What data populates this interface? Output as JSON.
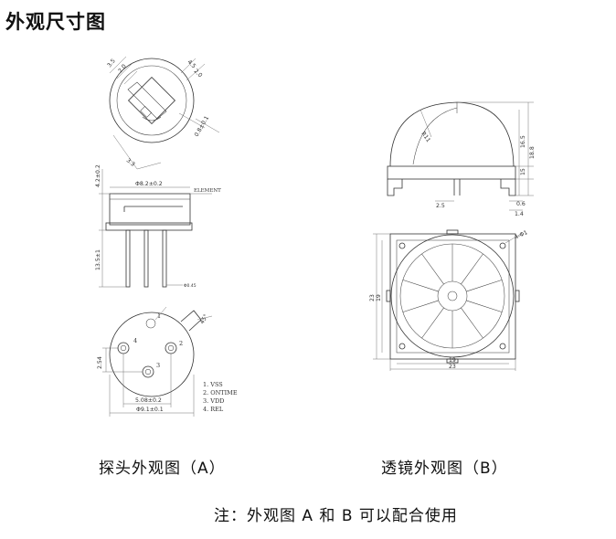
{
  "page": {
    "title": "外观尺寸图",
    "caption_a": "探头外观图（A）",
    "caption_b": "透镜外观图（B）",
    "note": "注：外观图 A 和 B 可以配合使用"
  },
  "probe_top": {
    "dims": [
      "3.5",
      "2.0",
      "4.5",
      "2.0",
      "0.8±0.1",
      "3.3"
    ]
  },
  "probe_side": {
    "dims": [
      "4.2±0.2",
      "Φ8.2±0.2",
      "ELEMENT",
      "13.5±1",
      "Φ0.45"
    ]
  },
  "probe_bottom": {
    "pin_numbers": [
      "1",
      "2",
      "3",
      "4"
    ],
    "dims": [
      "2.54",
      "5.08±0.2",
      "Φ9.1±0.1",
      "45°"
    ],
    "pin_legend": [
      "1. VSS",
      "2. ONTIME",
      "3. VDD",
      "4. REL"
    ]
  },
  "lens_side": {
    "dims": [
      "R11",
      "16.5",
      "18.8",
      "15",
      "2.5",
      "0.6",
      "1.4"
    ]
  },
  "lens_top": {
    "dims": [
      "4-Φ1",
      "23",
      "19",
      "19",
      "23"
    ]
  }
}
